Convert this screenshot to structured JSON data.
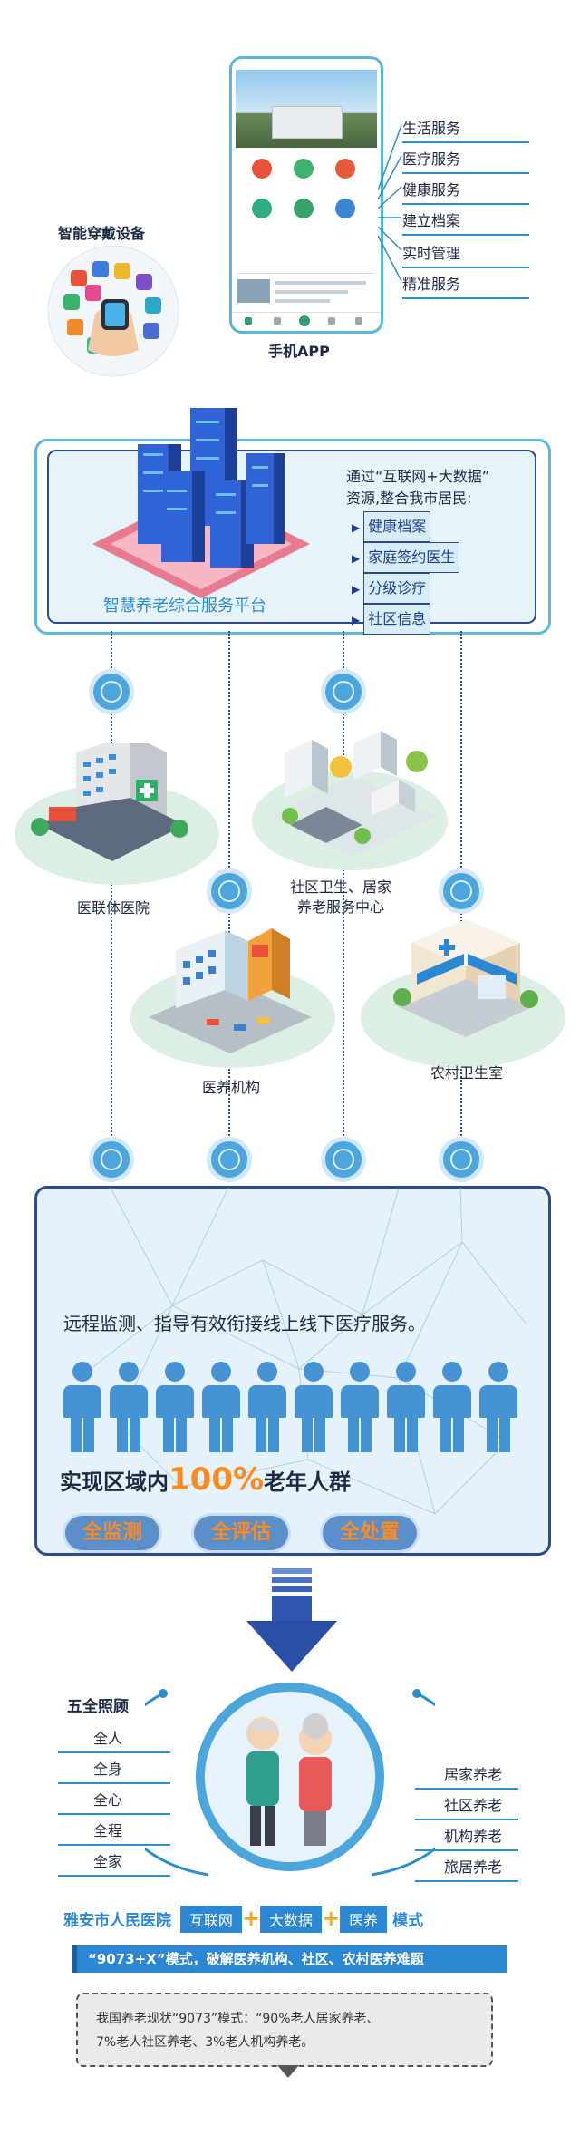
{
  "top": {
    "wearable_label": "智能穿戴设备",
    "app_label": "手机APP",
    "services": [
      "生活服务",
      "医疗服务",
      "健康服务",
      "建立档案",
      "实时管理",
      "精准服务"
    ]
  },
  "platform": {
    "title": "智慧养老综合服务平台",
    "intro_line1": "通过“互联网+大数据”",
    "intro_line2": "资源,整合我市居民:",
    "tags": [
      "健康档案",
      "家庭签约医生",
      "分级诊疗",
      "社区信息"
    ]
  },
  "institutions": {
    "hospital": "医联体医院",
    "community_line1": "社区卫生、居家",
    "community_line2": "养老服务中心",
    "care": "医养机构",
    "rural": "农村卫生室"
  },
  "monitoring": {
    "statement": "远程监测、指导有效衔接线上线下医疗服务。",
    "headline_prefix": "实现区域内",
    "headline_percent": "100%",
    "headline_suffix": "老年人群",
    "pills": [
      "全监测",
      "全评估",
      "全处置"
    ]
  },
  "five_care": {
    "title": "五全照顾",
    "left": [
      "全人",
      "全身",
      "全心",
      "全程",
      "全家"
    ],
    "right": [
      "居家养老",
      "社区养老",
      "机构养老",
      "旅居养老"
    ]
  },
  "model": {
    "hospital": "雅安市人民医院",
    "box1": "互联网",
    "box2": "大数据",
    "box3": "医养",
    "suffix": "模式",
    "banner": "“9073+X”模式，破解医养机构、社区、农村医养难题",
    "note_line1": "我国养老现状“9073”模式：“90%老人居家养老、",
    "note_line2": "7%老人社区养老、3%老人机构养老。"
  },
  "colors": {
    "primary": "#2c87d2",
    "navy": "#2f4a8a",
    "accent_orange": "#ff8a1f",
    "light_bg": "#e4f2fa"
  }
}
